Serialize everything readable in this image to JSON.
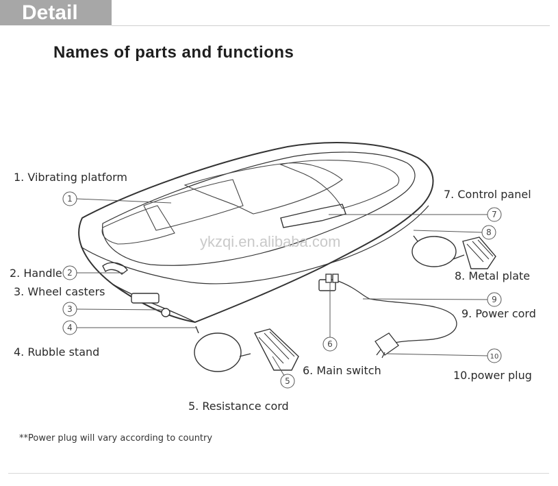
{
  "header": {
    "tab_label": "Detail"
  },
  "title": "Names of parts and functions",
  "parts": [
    {
      "number": "1",
      "label": "1. Vibrating platform"
    },
    {
      "number": "2",
      "label": "2. Handle"
    },
    {
      "number": "3",
      "label": "3. Wheel casters"
    },
    {
      "number": "4",
      "label": "4. Rubble stand"
    },
    {
      "number": "5",
      "label": "5. Resistance cord"
    },
    {
      "number": "6",
      "label": "6. Main switch"
    },
    {
      "number": "7",
      "label": "7. Control panel"
    },
    {
      "number": "8",
      "label": "8. Metal plate"
    },
    {
      "number": "9",
      "label": "9. Power cord"
    },
    {
      "number": "10",
      "label": "10.power plug"
    }
  ],
  "watermark": "ykzqi.en.alibaba.com",
  "footnote": "**Power plug will vary according to country",
  "colors": {
    "header_tab": "#a7a7a7",
    "rule": "#cfcfcf",
    "line_art": "#333333"
  }
}
